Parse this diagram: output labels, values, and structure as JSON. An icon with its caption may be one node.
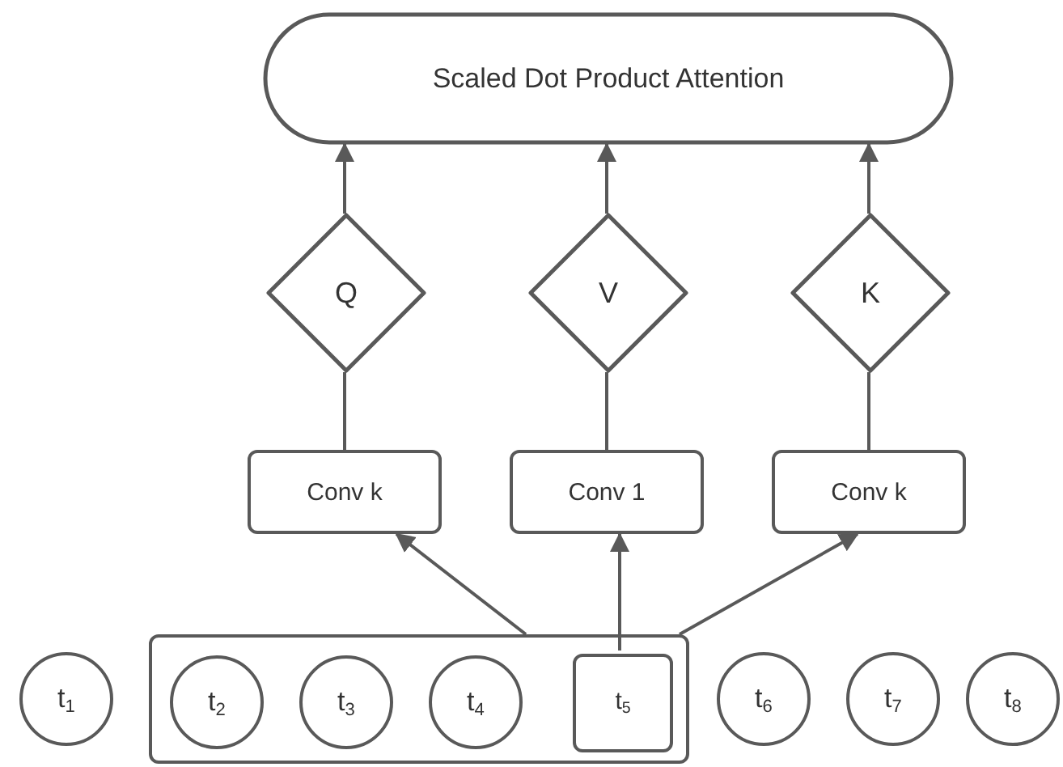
{
  "diagram": {
    "nodes": [
      {
        "text": [
          "Scaled Dot Product Attention"
        ]
      },
      {
        "text": [
          "Q"
        ]
      },
      {
        "text": [
          "V"
        ]
      },
      {
        "text": [
          "K"
        ]
      },
      {
        "text": [
          "Conv k"
        ]
      },
      {
        "text": [
          "Conv 1"
        ]
      },
      {
        "text": [
          "Conv k"
        ]
      },
      {
        "text": [
          "t$_{1}$"
        ]
      },
      {
        "text": [],
        "shape": "box"
      },
      {
        "text": [
          "t$_{2}$"
        ],
        "in": 8
      },
      {
        "text": [
          "t$_{3}$"
        ],
        "in": 8
      },
      {
        "text": [
          "t$_{4}$"
        ],
        "in": 8
      },
      {
        "text": [
          "t$_{5}$"
        ],
        "in": 8
      },
      {
        "text": [
          "t$_{6}$"
        ]
      },
      {
        "text": [
          "t$_{7}$"
        ]
      },
      {
        "text": [
          "t$_{8}$"
        ]
      }
    ],
    "edges": [
      {
        "from": 1,
        "to": 0,
        "arrow": "to"
      },
      {
        "from": 2,
        "to": 0,
        "arrow": "to"
      },
      {
        "from": 3,
        "to": 0,
        "arrow": "to"
      },
      {
        "from": 4,
        "to": 1,
        "arrow": "none"
      },
      {
        "from": 5,
        "to": 2,
        "arrow": "none"
      },
      {
        "from": 6,
        "to": 3,
        "arrow": "none"
      },
      {
        "from": 8,
        "to": 4,
        "arrow": "to"
      },
      {
        "from": 12,
        "to": 5,
        "arrow": "to"
      },
      {
        "from": 8,
        "to": 6,
        "arrow": "to"
      }
    ]
  }
}
